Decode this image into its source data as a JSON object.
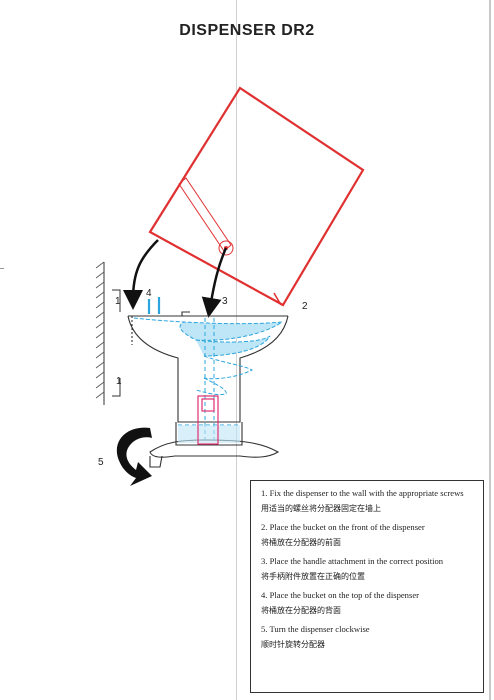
{
  "title": "DISPENSER DR2",
  "labels": {
    "one_top": "1",
    "one_bottom": "1",
    "two": "2",
    "three": "3",
    "four": "4",
    "five": "5"
  },
  "colors": {
    "bucket": "#e03030",
    "liquid": "#2aa5dd",
    "liquid_fill": "#bfe6f6",
    "outline": "#333333",
    "arrow": "#111111"
  },
  "icons": [
    "bucket-shape",
    "curved-arrow",
    "rotate-arrow",
    "wall-hatch"
  ],
  "instructions": [
    {
      "num": "1.",
      "en": "Fix the dispenser to the wall with the appropriate screws",
      "zh": "用适当的螺丝将分配器固定在墙上"
    },
    {
      "num": "2.",
      "en": "Place the bucket on the front of the dispenser",
      "zh": "将桶放在分配器的前面"
    },
    {
      "num": "3.",
      "en": "Place the handle attachment in the correct position",
      "zh": "将手柄附件放置在正确的位置"
    },
    {
      "num": "4.",
      "en": "Place the bucket on the top of the dispenser",
      "zh": "将桶放在分配器的背面"
    },
    {
      "num": "5.",
      "en": "Turn the dispenser clockwise",
      "zh": "顺时针旋转分配器"
    }
  ]
}
